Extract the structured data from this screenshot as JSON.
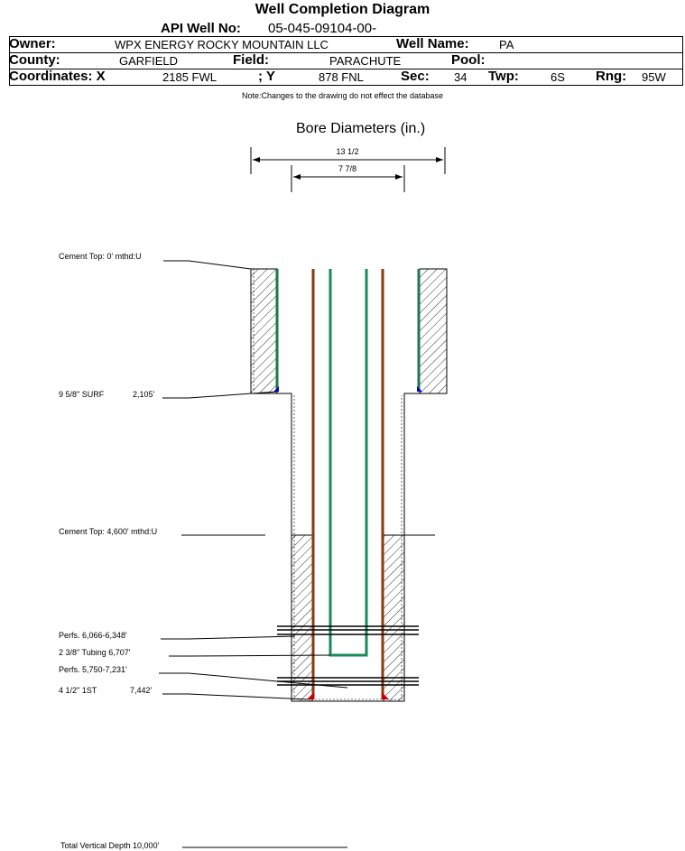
{
  "header": {
    "title": "Well Completion Diagram",
    "api_label": "API Well No:",
    "api_value": "05-045-09104-00-",
    "owner_label": "Owner:",
    "owner_value": "WPX ENERGY ROCKY MOUNTAIN LLC",
    "well_name_label": "Well Name:",
    "well_name_value": "PA",
    "county_label": "County:",
    "county_value": "GARFIELD",
    "field_label": "Field:",
    "field_value": "PARACHUTE",
    "pool_label": "Pool:",
    "pool_value": "",
    "coord_x_label": "Coordinates: X",
    "coord_x_value": "2185 FWL",
    "coord_y_label": "; Y",
    "coord_y_value": "878 FNL",
    "sec_label": "Sec:",
    "sec_value": "34",
    "twp_label": "Twp:",
    "twp_value": "6S",
    "rng_label": "Rng:",
    "rng_value": "95W"
  },
  "note": "Note:Changes to the drawing do not effect the database",
  "bore": {
    "title": "Bore Diameters (in.)",
    "outer": "13 1/2",
    "inner": "7 7/8"
  },
  "labels": {
    "cement_top_1": "Cement Top: 0' mthd:U",
    "surf_casing": "9 5/8\" SURF",
    "surf_depth": "2,105'",
    "cement_top_2": "Cement Top: 4,600' mthd:U",
    "perfs_1": "Perfs. 6,066-6,348'",
    "tubing": "2 3/8\" Tubing 6,707'",
    "perfs_2": "Perfs. 5,750-7,231'",
    "prod_casing": "4 1/2\" 1ST",
    "prod_depth": "7,442'",
    "tvd": "Total Vertical Depth 10,000'"
  },
  "colors": {
    "surface_casing": "#1a7a4a",
    "production_casing": "#8b3a0f",
    "tubing": "#1a8a5a",
    "shoe_surface": "#0000cc",
    "shoe_production": "#cc0000"
  }
}
